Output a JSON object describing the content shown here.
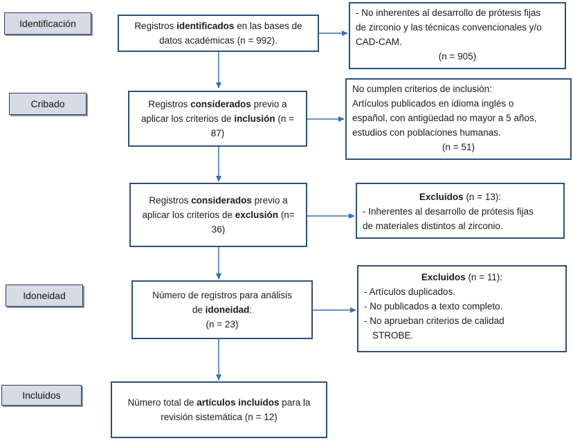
{
  "labels": {
    "identificacion": "Identificación",
    "cribado": "Cribado",
    "idoneidad": "Idoneidad",
    "incluidos": "Incluidos"
  },
  "box1": {
    "t1": "Registros ",
    "t2": "identificados",
    "t3": " en las bases de",
    "t4": "datos académicas (n = 992)."
  },
  "excl1": {
    "l1": "- No inherentes al desarrollo de prótesis fijas",
    "l2": "de zirconio y las técnicas convencionales y/o",
    "l3": "CAD-CAM.",
    "l4": "(n = 905)"
  },
  "box2": {
    "t1": "Registros ",
    "t2": "considerados",
    "t3": " previo a",
    "t4": "aplicar los criterios de ",
    "t5": "inclusión",
    "t6": " (n =",
    "t7": "87)"
  },
  "excl2": {
    "l1": "No cumplen criterios de inclusión:",
    "l2": "Artículos publicados en idioma inglés o",
    "l3": "español, con antigüedad no mayor a 5 años,",
    "l4": "estudios con poblaciones humanas.",
    "l5": "(n = 51)"
  },
  "box3": {
    "t1": "Registros ",
    "t2": "considerados",
    "t3": " previo a",
    "t4": "aplicar los criterios de ",
    "t5": "exclusión",
    "t6": " (n=",
    "t7": "36)"
  },
  "excl3": {
    "h1": "Excluidos",
    "h2": " (n = 13):",
    "l1": " - Inherentes al desarrollo de prótesis fijas",
    "l2": "de materiales distintos al zirconio."
  },
  "box4": {
    "t1": "Número de registros para análisis",
    "t2": "de ",
    "t3": "idoneidad",
    "t4": ":",
    "t5": "(n = 23)"
  },
  "excl4": {
    "h1": "Excluidos",
    "h2": " (n = 11):",
    "l1": " - Artículos duplicados.",
    "l2": "- No publicados a texto completo.",
    "l3": "- No aprueban criterios de calidad",
    "l4": "STROBE."
  },
  "box5": {
    "t1": "Número total de ",
    "t2": "artículos incluidos",
    "t3": " para la",
    "t4": "revisión sistemática (n = 12)"
  },
  "colors": {
    "box_border": "#2d4f7c",
    "arrow": "#3a6fb0",
    "label_fill": "#d6dbe5"
  }
}
